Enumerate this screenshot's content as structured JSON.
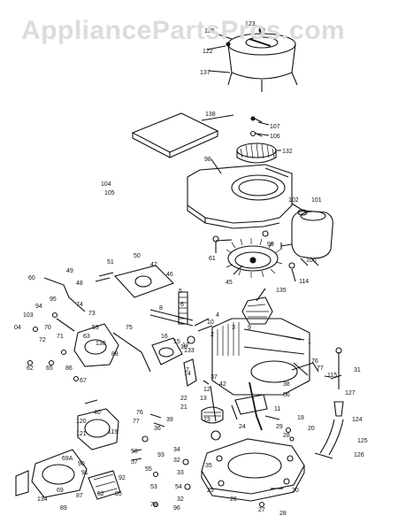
{
  "watermark": "AppliancePartsPros.com",
  "callouts": [
    "1",
    "2",
    "3",
    "4",
    "5",
    "6",
    "7",
    "8",
    "9",
    "10",
    "11",
    "12",
    "13",
    "14",
    "15",
    "16",
    "17",
    "18",
    "19",
    "20",
    "21",
    "22",
    "23",
    "24",
    "25",
    "26",
    "27",
    "28",
    "29",
    "30",
    "31",
    "32",
    "33",
    "34",
    "35",
    "36",
    "37",
    "38",
    "39",
    "40",
    "42",
    "45",
    "46",
    "47",
    "48",
    "49",
    "50",
    "51",
    "52",
    "53",
    "54",
    "55",
    "56",
    "57",
    "58",
    "59",
    "60",
    "61",
    "62",
    "63",
    "65",
    "67",
    "69",
    "69A",
    "70",
    "71",
    "72",
    "73",
    "74",
    "75",
    "76",
    "77",
    "78",
    "85",
    "86",
    "87",
    "88",
    "89",
    "90",
    "91",
    "92",
    "93",
    "94",
    "95",
    "96",
    "98",
    "99",
    "100",
    "101",
    "102",
    "103",
    "104",
    "105",
    "106",
    "107",
    "114",
    "115",
    "119",
    "120",
    "121",
    "122",
    "123",
    "124",
    "125",
    "126",
    "127",
    "132",
    "133",
    "134",
    "135",
    "136",
    "137",
    "138"
  ]
}
